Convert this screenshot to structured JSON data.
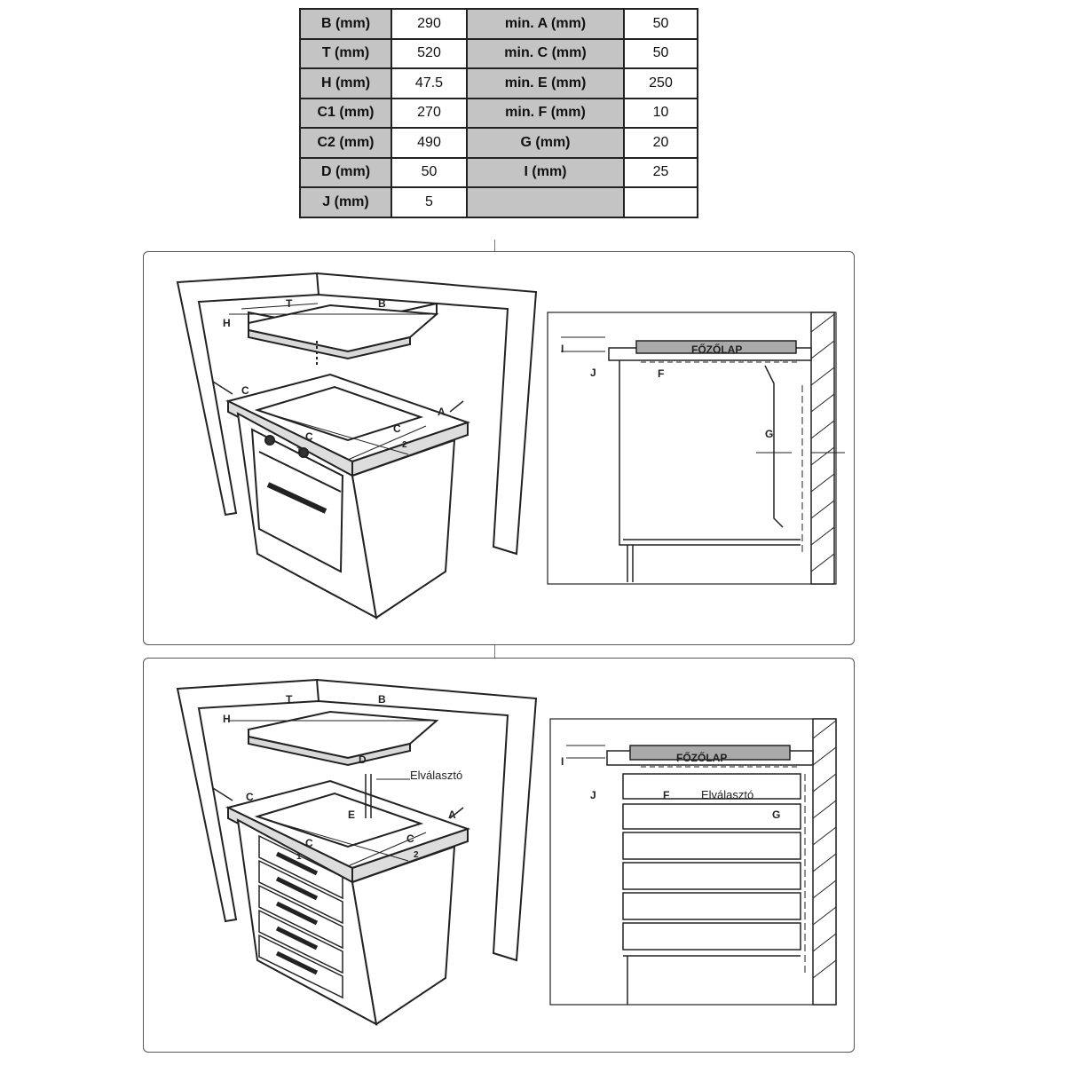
{
  "table": {
    "rows": [
      {
        "k1": "B (mm)",
        "v1": "290",
        "k2": "min. A (mm)",
        "v2": "50"
      },
      {
        "k1": "T (mm)",
        "v1": "520",
        "k2": "min. C (mm)",
        "v2": "50"
      },
      {
        "k1": "H (mm)",
        "v1": "47.5",
        "k2": "min. E (mm)",
        "v2": "250"
      },
      {
        "k1": "C1 (mm)",
        "v1": "270",
        "k2": "min. F (mm)",
        "v2": "10"
      },
      {
        "k1": "C2 (mm)",
        "v1": "490",
        "k2": "G (mm)",
        "v2": "20"
      },
      {
        "k1": "D (mm)",
        "v1": "50",
        "k2": "I (mm)",
        "v2": "25"
      },
      {
        "k1": "J (mm)",
        "v1": "5",
        "k2": "",
        "v2": ""
      }
    ]
  },
  "labels": {
    "T": "T",
    "B": "B",
    "H": "H",
    "C": "C",
    "A": "A",
    "C1": "C",
    "C1_sub": "1",
    "C2": "C",
    "C2_sub": "2",
    "D": "D",
    "E": "E",
    "I": "I",
    "J": "J",
    "F": "F",
    "G": "G",
    "hob": "FŐZŐLAP",
    "divider": "Elválasztó"
  }
}
